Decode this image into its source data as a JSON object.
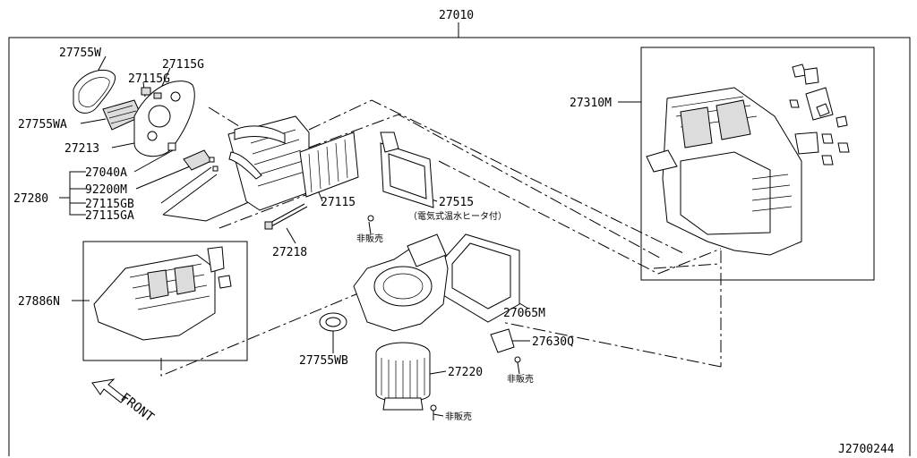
{
  "labels": {
    "assembly": "27010",
    "l27755w": "27755W",
    "l27115g_a": "27115G",
    "l27115g_b": "27115G",
    "l27755wa": "27755WA",
    "l27213": "27213",
    "l27040a": "27040A",
    "l92200m": "92200M",
    "l27280": "27280",
    "l27115gb": "27115GB",
    "l27115ga": "27115GA",
    "l27115": "27115",
    "l27218": "27218",
    "l27515": "27515",
    "l27515_note": "（電気式温水ヒータ付）",
    "not_sold_1": "非販売",
    "l27310m": "27310M",
    "l27886n": "27886N",
    "l27065m": "27065M",
    "l27630q": "27630Q",
    "not_sold_2": "非販売",
    "l27755wb": "27755WB",
    "l27220": "27220",
    "not_sold_3": "非販売",
    "front": "FRONT",
    "diagram_code": "J2700244"
  }
}
